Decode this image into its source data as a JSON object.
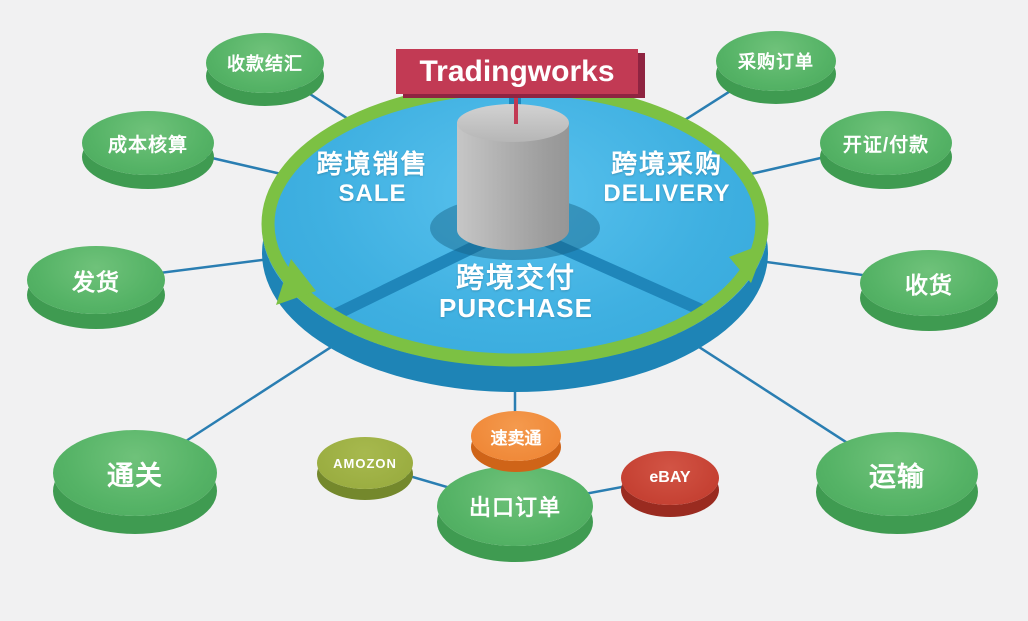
{
  "banner": {
    "label": "Tradingworks"
  },
  "hub": {
    "sections": [
      {
        "zh": "跨境销售",
        "en": "SALE"
      },
      {
        "zh": "跨境采购",
        "en": "DELIVERY"
      },
      {
        "zh": "跨境交付",
        "en": "PURCHASE"
      }
    ]
  },
  "nodes": [
    {
      "label": "收款结汇"
    },
    {
      "label": "采购订单"
    },
    {
      "label": "成本核算"
    },
    {
      "label": "开证/付款"
    },
    {
      "label": "发货"
    },
    {
      "label": "收货"
    },
    {
      "label": "通关"
    },
    {
      "label": "运输"
    },
    {
      "label": "出口订单"
    }
  ],
  "platforms": [
    {
      "label": "AMOZON",
      "color": "#96a93c"
    },
    {
      "label": "速卖通",
      "color": "#ee8230"
    },
    {
      "label": "eBAY",
      "color": "#c0392b"
    }
  ],
  "colors": {
    "background": "#f1f1f2",
    "hub_top": "#3fb0e1",
    "hub_side": "#1e84b6",
    "ring": "#7cc143",
    "node_green": "#55b366",
    "node_green_side": "#3f9b51",
    "banner": "#c23a54",
    "connector": "#2a7eb2",
    "cylinder": "#ababab"
  }
}
